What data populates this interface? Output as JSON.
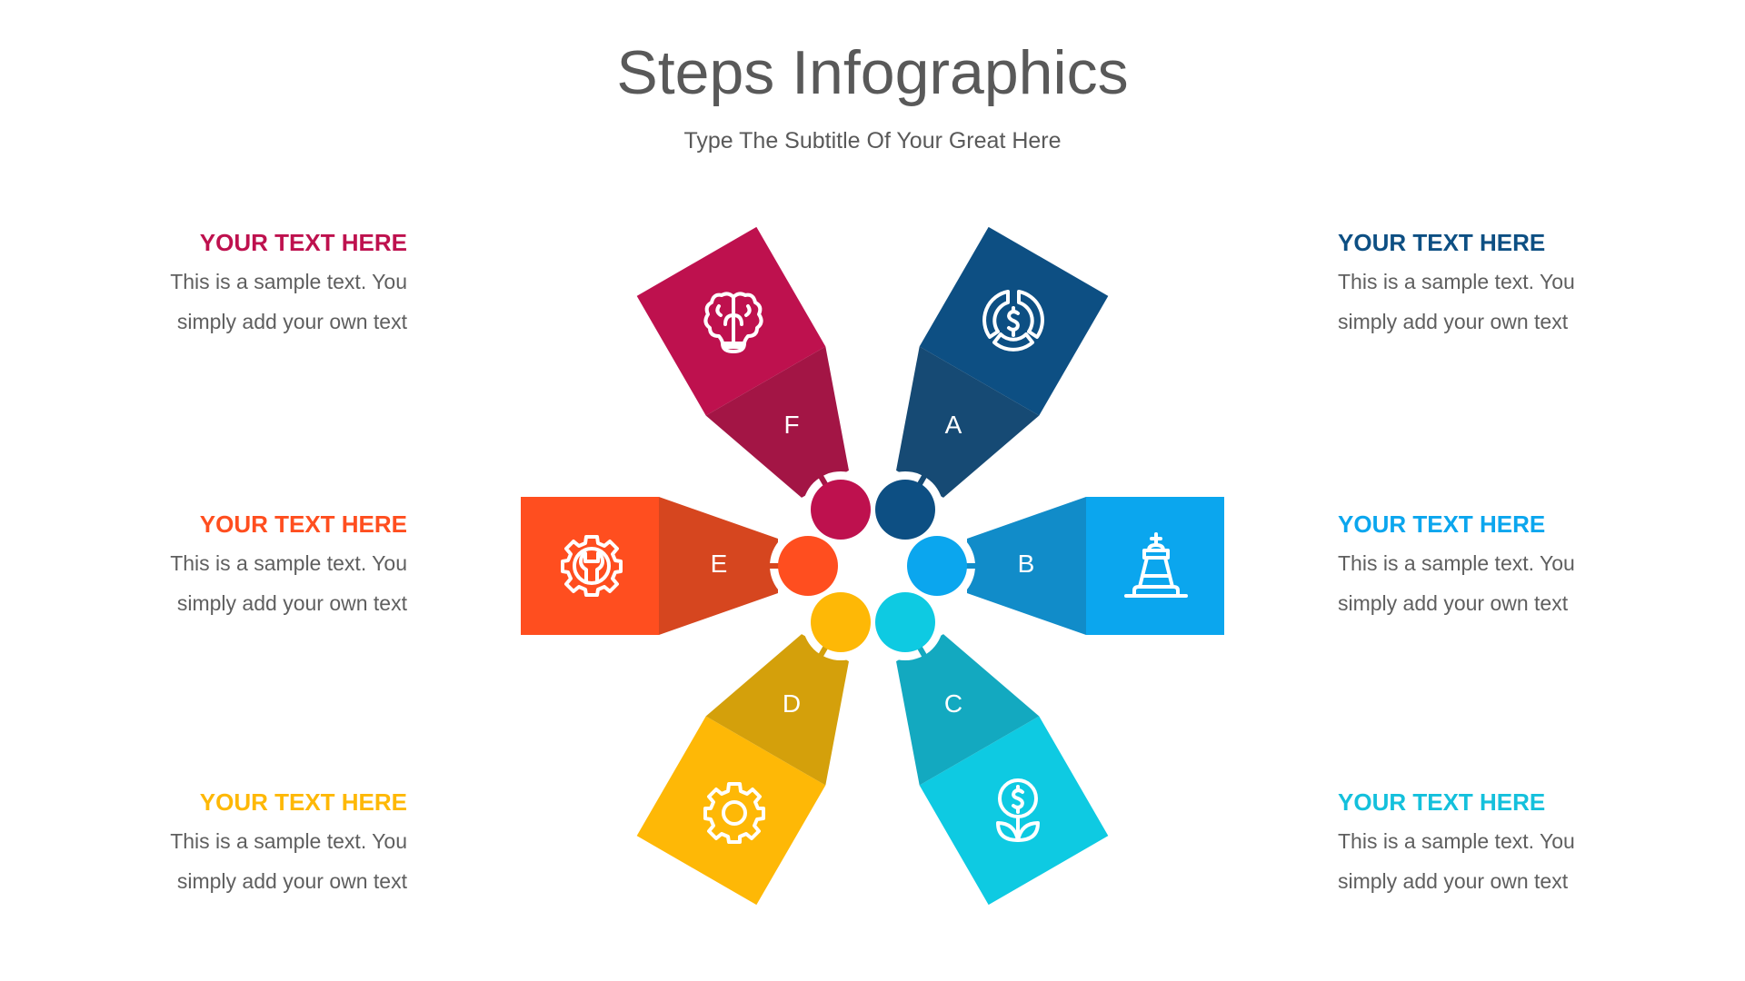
{
  "header": {
    "title": "Steps Infographics",
    "subtitle": "Type The Subtitle Of Your Great Here"
  },
  "steps": [
    {
      "letter": "A",
      "icon": "dollar-pie-icon",
      "heading": "YOUR TEXT HERE",
      "body_line1": "This is a sample text. You",
      "body_line2": "simply add your own text",
      "color": "#0D4F83",
      "color_dark": "#164A74",
      "side": "right"
    },
    {
      "letter": "B",
      "icon": "chess-king-icon",
      "heading": "YOUR TEXT HERE",
      "body_line1": "This is a sample text. You",
      "body_line2": "simply add your own text",
      "color": "#0BA6EE",
      "color_dark": "#118CC9",
      "side": "right"
    },
    {
      "letter": "C",
      "icon": "money-plant-icon",
      "heading": "YOUR TEXT HERE",
      "body_line1": "This is a sample text. You",
      "body_line2": "simply add your own text",
      "color": "#0ECAE2",
      "color_dark": "#13A9C0",
      "side": "right"
    },
    {
      "letter": "D",
      "icon": "gear-icon",
      "heading": "YOUR TEXT HERE",
      "body_line1": "This is a sample text. You",
      "body_line2": "simply add your own text",
      "color": "#FEB806",
      "color_dark": "#D4A00B",
      "side": "left"
    },
    {
      "letter": "E",
      "icon": "gear-wrench-icon",
      "heading": "YOUR TEXT HERE",
      "body_line1": "This is a sample text. You",
      "body_line2": "simply add your own text",
      "color": "#FF4E1F",
      "color_dark": "#D6461F",
      "side": "left"
    },
    {
      "letter": "F",
      "icon": "brain-bulb-icon",
      "heading": "YOUR TEXT HERE",
      "body_line1": "This is a sample text. You",
      "body_line2": "simply add your own text",
      "color": "#BE114E",
      "color_dark": "#A31545",
      "side": "left"
    }
  ],
  "colors": {
    "title_text": "#595959",
    "body_text": "#5F5F5F",
    "background": "#FFFFFF"
  }
}
